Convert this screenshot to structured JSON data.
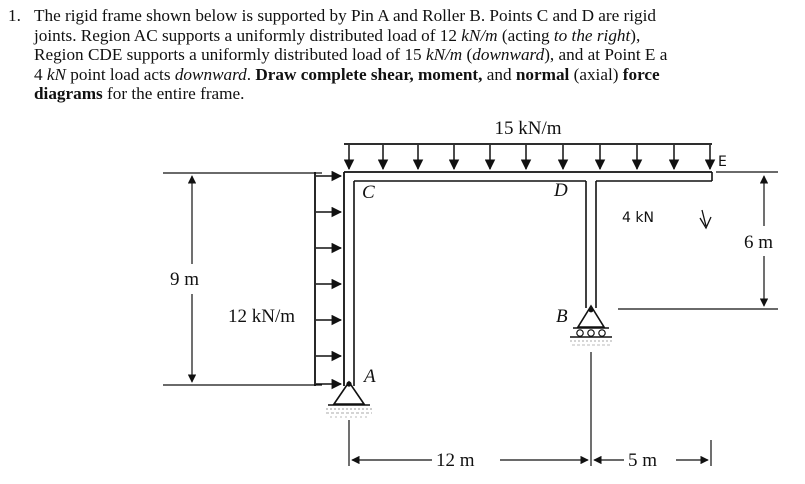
{
  "problem": {
    "number": "1.",
    "line1": {
      "t1": "The rigid frame shown below is supported by Pin A and Roller B.  Points C and D are rigid"
    },
    "line2": {
      "t1": "joints.  Region AC supports a uniformly distributed load of 12 ",
      "u1": "kN/m",
      "t2": " (acting ",
      "i1": "to the right",
      "t3": "),"
    },
    "line3": {
      "t1": "Region CDE supports a uniformly distributed load of 15 ",
      "u1": "kN/m",
      "t2": " (",
      "i1": "downward",
      "t3": "), and at Point E a"
    },
    "line4": {
      "t1": "4 ",
      "u1": "kN",
      "t2": " point load acts ",
      "i1": "downward",
      "t3": ".  ",
      "b1": "Draw complete shear, moment,",
      "t4": " and ",
      "b2": "normal",
      "t5": " (axial) ",
      "b3": "force"
    },
    "line5": {
      "b1": "diagrams",
      "t1": " for the entire frame."
    }
  },
  "diagram": {
    "top_load_label": "15 kN/m",
    "side_load_label": "12 kN/m",
    "point_load_label": "4 kN",
    "point_c": "C",
    "point_d": "D",
    "point_e": "E",
    "point_a": "A",
    "point_b": "B",
    "dim_9m": "9 m",
    "dim_6m": "6 m",
    "dim_12m": "12  m",
    "dim_5m": "5 m"
  }
}
